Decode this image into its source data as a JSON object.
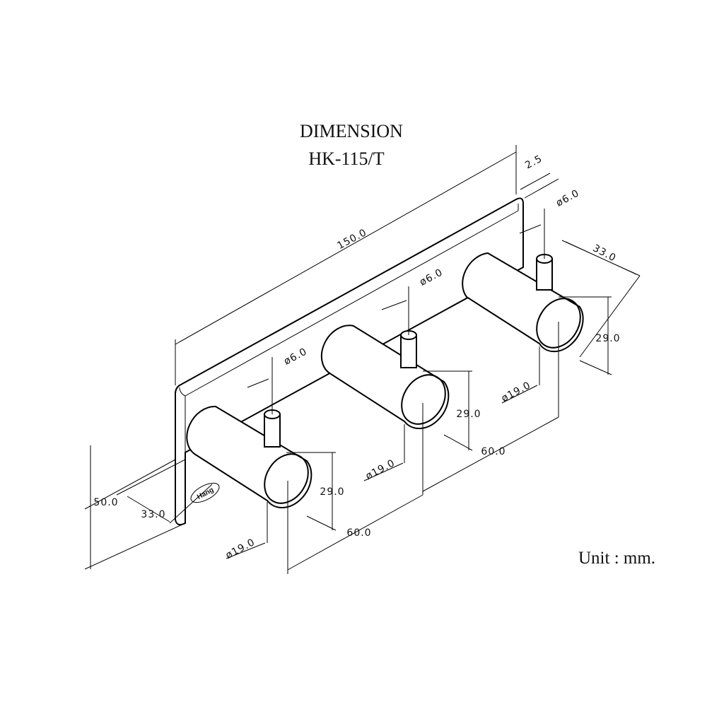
{
  "title": {
    "line1": "DIMENSION",
    "line2": "HK-115/T"
  },
  "unit_label": "Unit : mm.",
  "logo_text": "Hang",
  "dimensions": {
    "length": "150.0",
    "height": "50.0",
    "plate_thickness": "2.5",
    "hook1_edge_offset": "33.0",
    "hook3_edge_offset": "33.0",
    "hook_spacing_1": "60.0",
    "hook_spacing_2": "60.0",
    "pin_diameter_1": "ø6.0",
    "pin_diameter_2": "ø6.0",
    "pin_diameter_3": "ø6.0",
    "hook_depth_1": "29.0",
    "hook_depth_2": "29.0",
    "hook_depth_3": "29.0",
    "hook_diameter_1": "ø19.0",
    "hook_diameter_2": "ø19.0",
    "hook_diameter_3": "ø19.0"
  }
}
